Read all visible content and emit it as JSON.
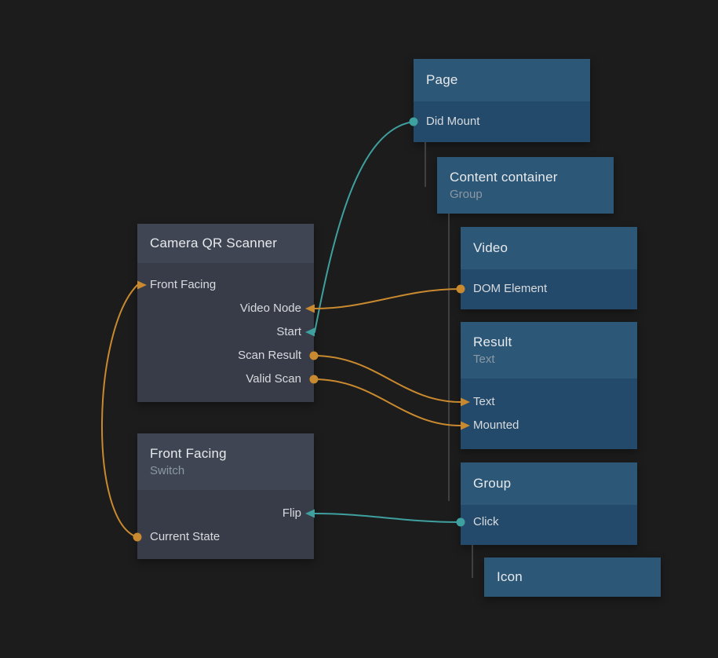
{
  "colors": {
    "background": "#1c1c1c",
    "teal": "#3fa0a0",
    "orange": "#c8892f",
    "tree-line": "#4d4d4d",
    "blue-header": "#2d5777",
    "blue-body": "#234a6b",
    "gray-header": "#3f4553",
    "gray-body": "#373c48",
    "title-text": "#e7eaec",
    "subtitle-text": "#8b98a6",
    "port-text": "#d8dbde"
  },
  "nodes": {
    "page": {
      "title": "Page",
      "ports": {
        "did_mount": "Did Mount"
      }
    },
    "content_container": {
      "title": "Content container",
      "subtitle": "Group"
    },
    "video": {
      "title": "Video",
      "ports": {
        "dom_element": "DOM Element"
      }
    },
    "result": {
      "title": "Result",
      "subtitle": "Text",
      "ports": {
        "text": "Text",
        "mounted": "Mounted"
      }
    },
    "group": {
      "title": "Group",
      "ports": {
        "click": "Click"
      }
    },
    "icon": {
      "title": "Icon"
    },
    "camera": {
      "title": "Camera QR Scanner",
      "ports": {
        "front_facing": "Front Facing",
        "video_node": "Video Node",
        "start": "Start",
        "scan_result": "Scan Result",
        "valid_scan": "Valid Scan"
      }
    },
    "front_facing": {
      "title": "Front Facing",
      "subtitle": "Switch",
      "ports": {
        "flip": "Flip",
        "current_state": "Current State"
      }
    }
  },
  "connections": [
    {
      "from": "Page.Did Mount",
      "to": "Camera QR Scanner.Start",
      "color": "teal"
    },
    {
      "from": "Video.DOM Element",
      "to": "Camera QR Scanner.Video Node",
      "color": "orange"
    },
    {
      "from": "Camera QR Scanner.Scan Result",
      "to": "Result.Text",
      "color": "orange"
    },
    {
      "from": "Camera QR Scanner.Valid Scan",
      "to": "Result.Mounted",
      "color": "orange"
    },
    {
      "from": "Group.Click",
      "to": "Front Facing.Flip",
      "color": "teal"
    },
    {
      "from": "Front Facing.Current State",
      "to": "Camera QR Scanner.Front Facing",
      "color": "orange"
    }
  ],
  "hierarchy": [
    {
      "parent": "Page",
      "children": [
        "Content container"
      ]
    },
    {
      "parent": "Content container",
      "children": [
        "Video",
        "Result",
        "Group"
      ]
    },
    {
      "parent": "Group",
      "children": [
        "Icon"
      ]
    }
  ]
}
